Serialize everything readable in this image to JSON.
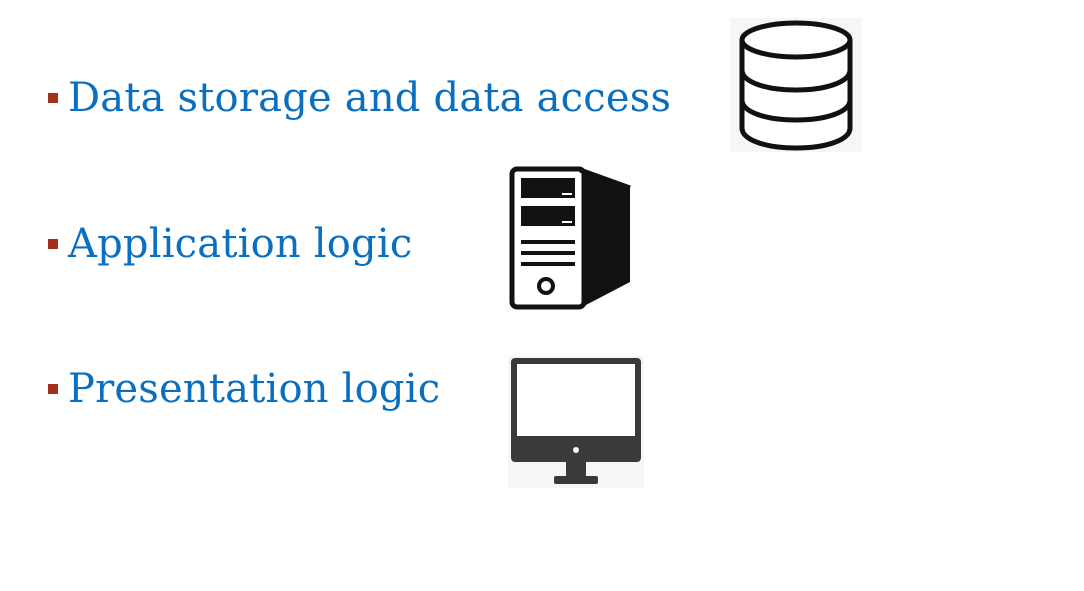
{
  "slide": {
    "bullets": [
      {
        "text": "Data storage and data access",
        "icon": "database-icon"
      },
      {
        "text": "Application logic",
        "icon": "server-tower-icon"
      },
      {
        "text": "Presentation logic",
        "icon": "desktop-monitor-icon"
      }
    ]
  },
  "colors": {
    "bullet_text": "#0a6fbf",
    "bullet_marker": "#a4301c",
    "icon_fill": "#111111",
    "monitor_fill": "#3a3a3a",
    "background": "#ffffff"
  }
}
